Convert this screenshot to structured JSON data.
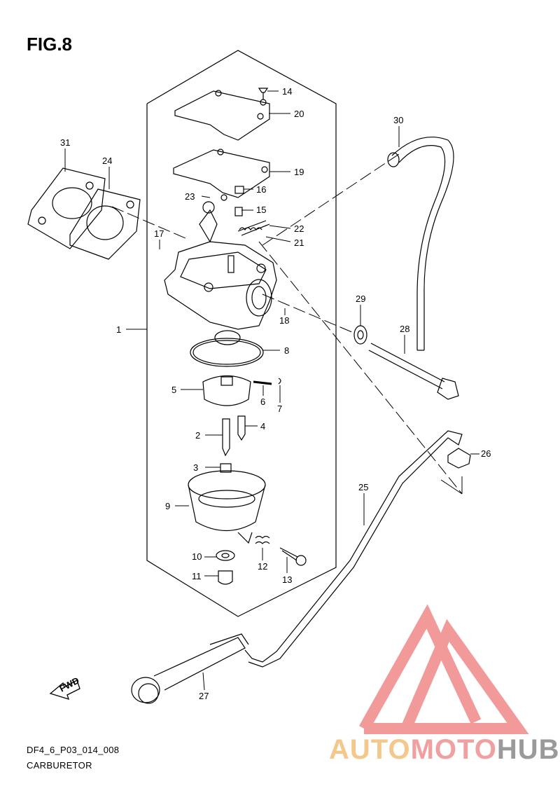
{
  "figure": {
    "title": "FIG.8",
    "code": "DF4_6_P03_014_008",
    "name": "CARBURETOR",
    "fwd_label": "FWD"
  },
  "watermark": {
    "part1": "AUTO",
    "part2": "MOTO",
    "part3": "HUB",
    "colors": {
      "auto": "#f4c88a",
      "moto": "#f0a0a0",
      "hub": "#9a9a9a",
      "triangle": "#f08080"
    }
  },
  "callouts": [
    "1",
    "2",
    "3",
    "4",
    "5",
    "6",
    "7",
    "8",
    "9",
    "10",
    "11",
    "12",
    "13",
    "14",
    "15",
    "16",
    "17",
    "18",
    "19",
    "20",
    "21",
    "22",
    "23",
    "24",
    "25",
    "26",
    "27",
    "28",
    "29",
    "30",
    "31"
  ]
}
